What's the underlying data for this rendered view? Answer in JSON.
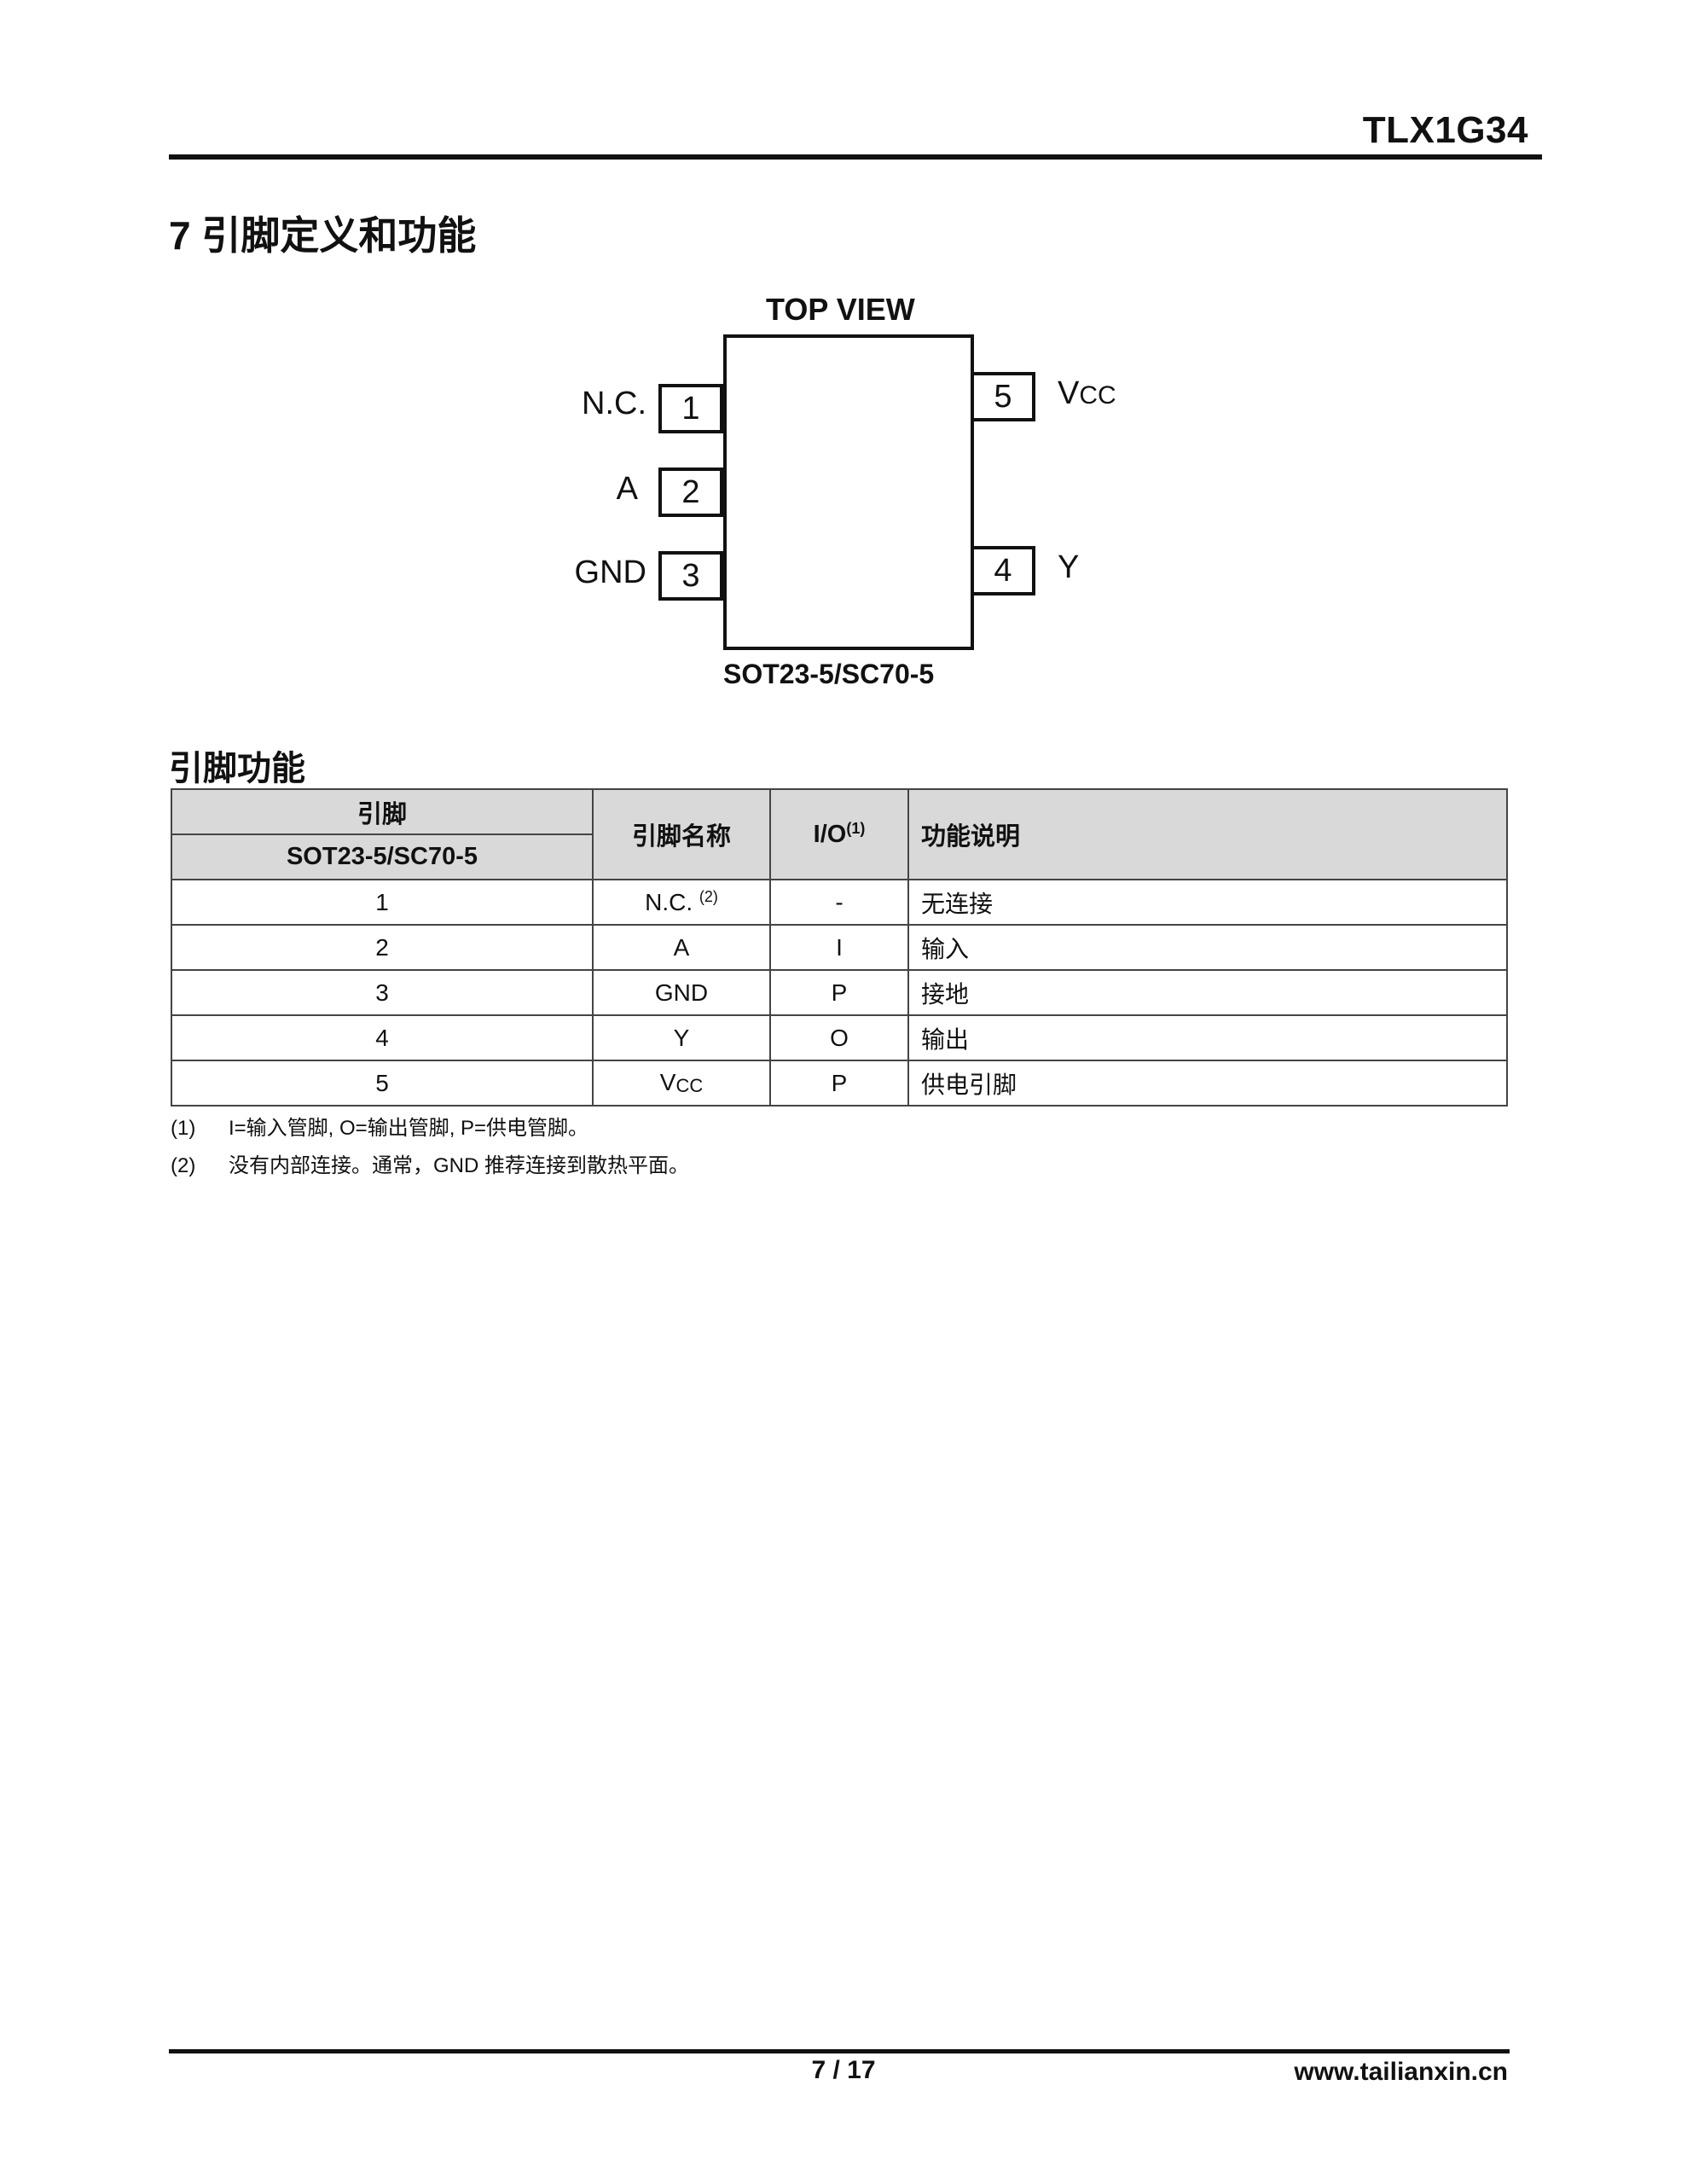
{
  "header": {
    "part_number": "TLX1G34"
  },
  "section": {
    "title": "7 引脚定义和功能"
  },
  "diagram": {
    "top_label": "TOP VIEW",
    "package_label": "SOT23-5/SC70-5",
    "left_pins": [
      {
        "number": "1",
        "name": "N.C."
      },
      {
        "number": "2",
        "name": "A"
      },
      {
        "number": "3",
        "name": "GND"
      }
    ],
    "right_pins": [
      {
        "number": "5",
        "name_main": "V",
        "name_sub": "CC"
      },
      {
        "number": "4",
        "name_main": "Y",
        "name_sub": ""
      }
    ]
  },
  "pin_function": {
    "title": "引脚功能",
    "headers": {
      "pin": "引脚",
      "package": "SOT23-5/SC70-5",
      "pin_name": "引脚名称",
      "io": "I/O",
      "io_note": "(1)",
      "description": "功能说明"
    },
    "rows": [
      {
        "pin": "1",
        "name": "N.C.",
        "name_note": "(2)",
        "io": "-",
        "desc": "无连接"
      },
      {
        "pin": "2",
        "name": "A",
        "name_note": "",
        "io": "I",
        "desc": "输入"
      },
      {
        "pin": "3",
        "name": "GND",
        "name_note": "",
        "io": "P",
        "desc": "接地"
      },
      {
        "pin": "4",
        "name": "Y",
        "name_note": "",
        "io": "O",
        "desc": "输出"
      },
      {
        "pin": "5",
        "name": "V",
        "name_sub": "CC",
        "name_note": "",
        "io": "P",
        "desc": "供电引脚"
      }
    ],
    "footnotes": [
      {
        "num": "(1)",
        "text": "I=输入管脚, O=输出管脚, P=供电管脚。"
      },
      {
        "num": "(2)",
        "text": "没有内部连接。通常，GND 推荐连接到散热平面。"
      }
    ]
  },
  "footer": {
    "page": "7 / 17",
    "website": "www.tailianxin.cn"
  }
}
